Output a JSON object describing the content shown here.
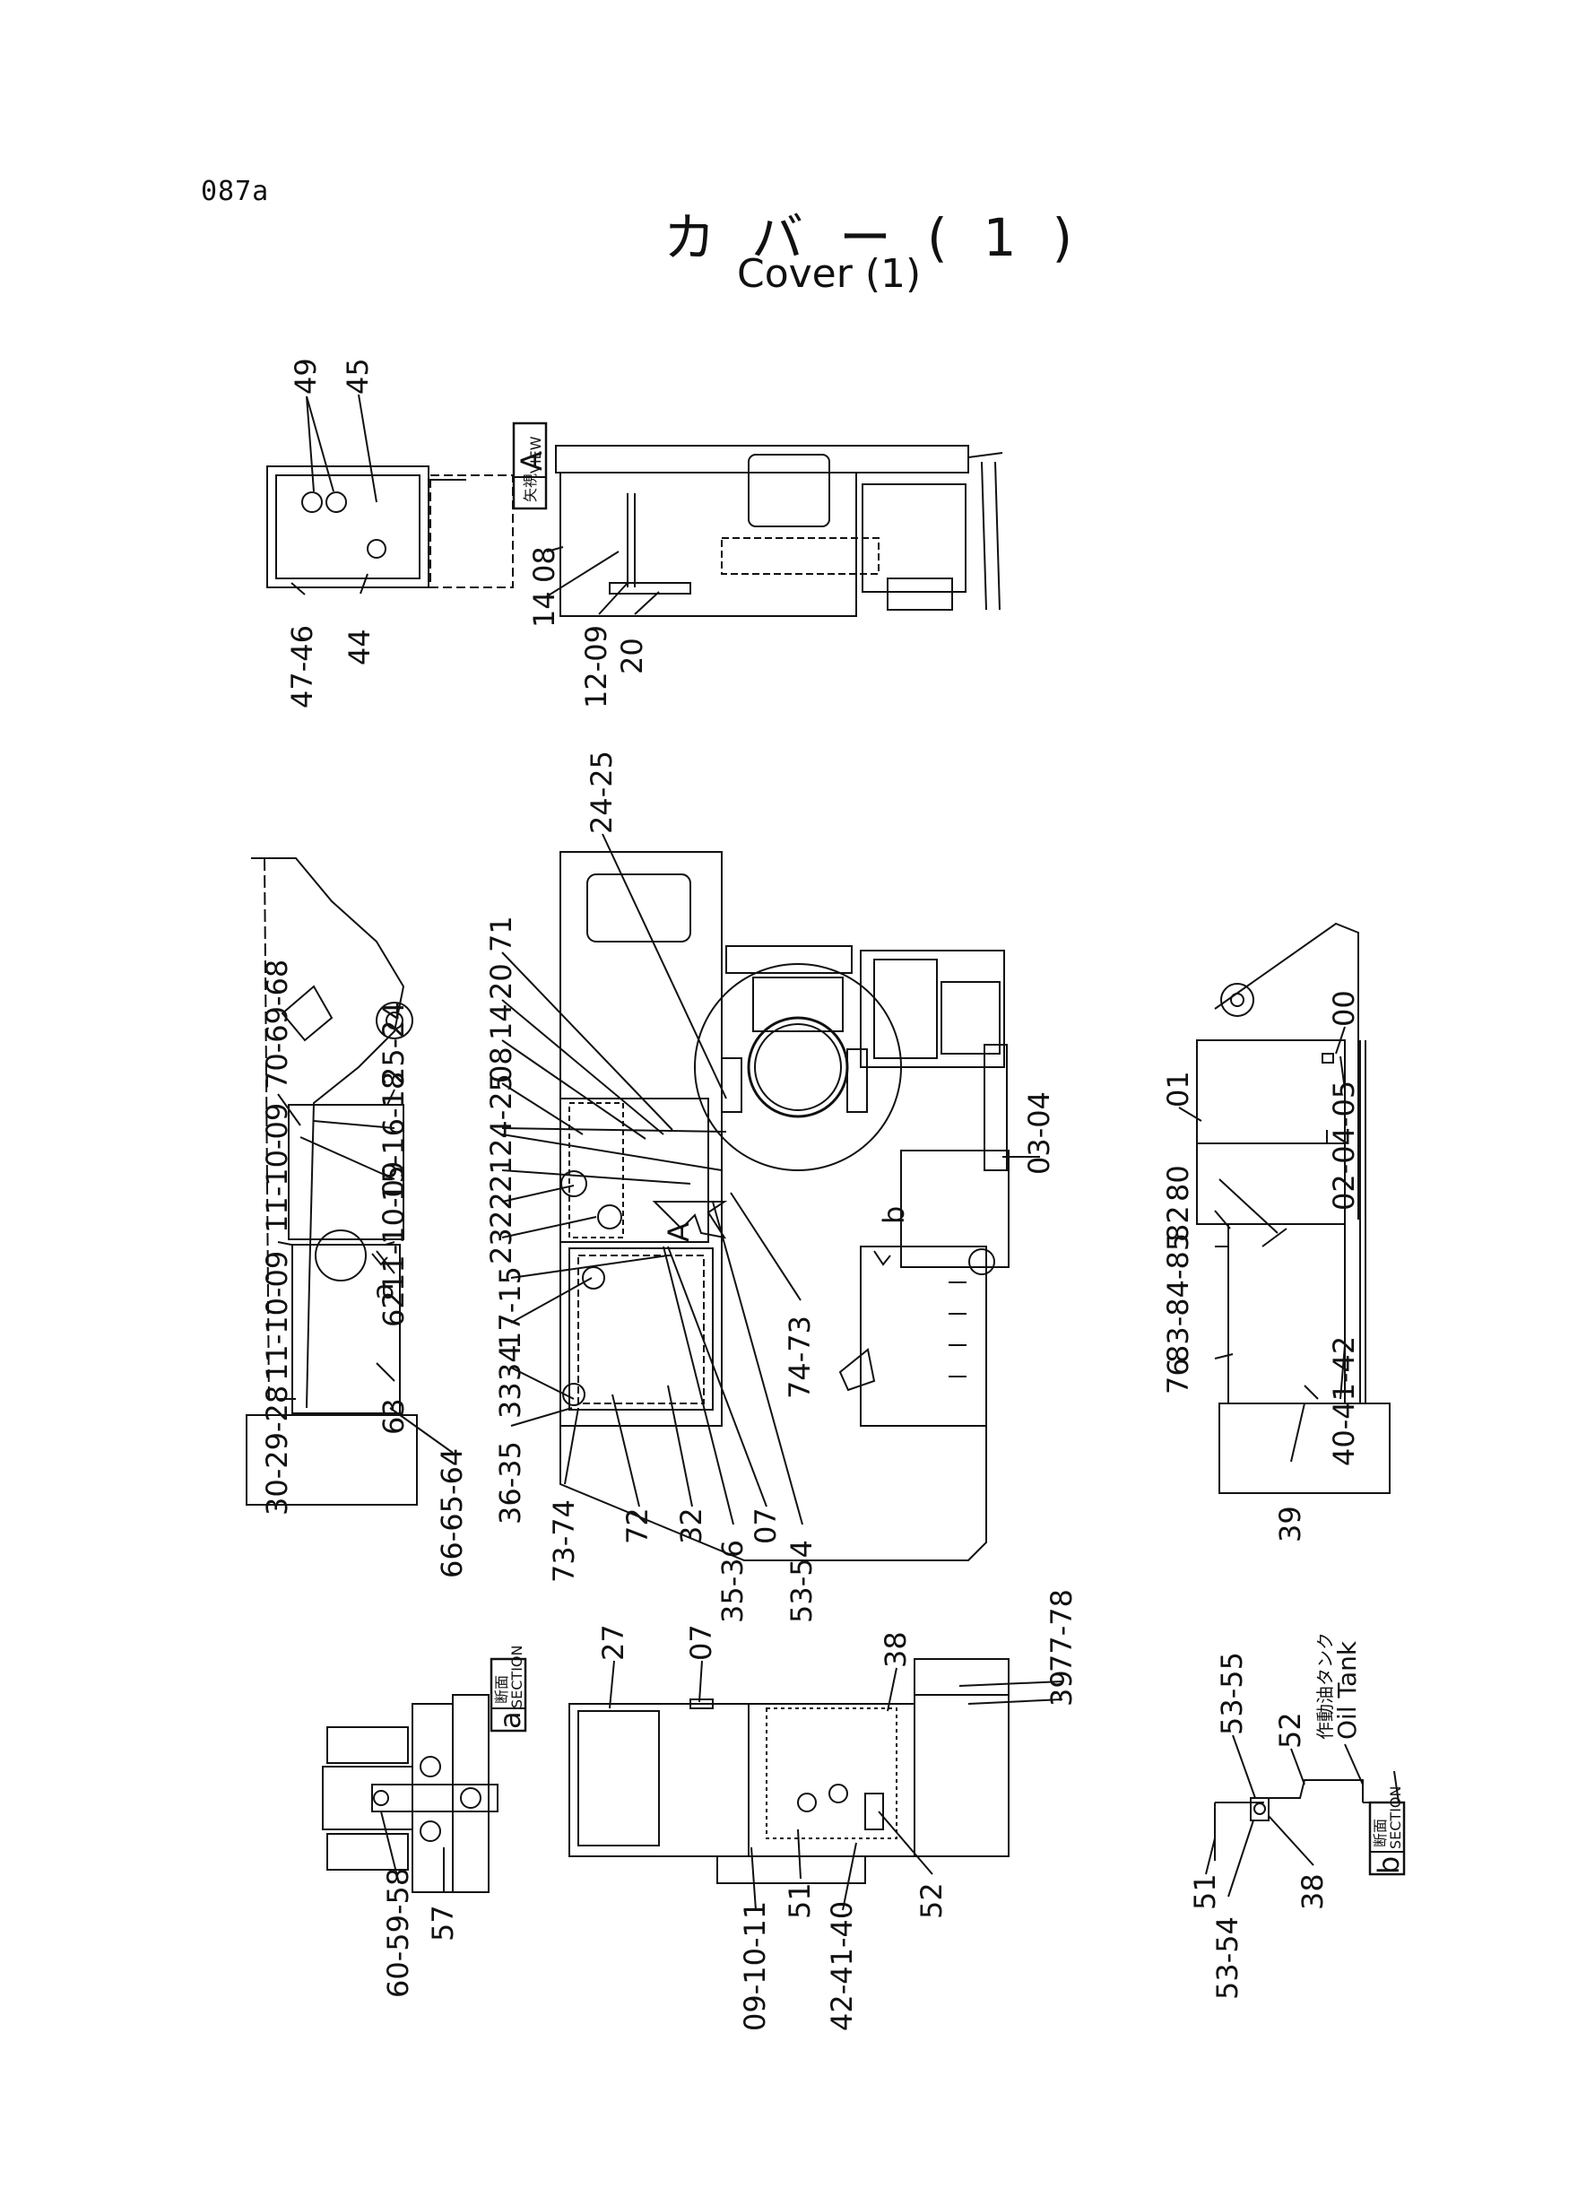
{
  "header": {
    "page_number": "087a",
    "title_jp": "カバー(1)",
    "title_en": "Cover (1)"
  },
  "views": {
    "view_a_jp": "矢視",
    "view_a_en": "VIEW",
    "view_a_letter": "A",
    "section_a_jp": "断面",
    "section_a_en": "SECTION",
    "section_a_letter": "a",
    "section_b_jp": "断面",
    "section_b_en": "SECTION",
    "section_b_letter": "b",
    "arrow_a_letter": "A",
    "marker_a": "a",
    "marker_b": "b"
  },
  "oil_tank": {
    "jp": "作動油タンク",
    "en": "Oil Tank"
  },
  "labels": {
    "l49": "49",
    "l45": "45",
    "l08a": "08",
    "l14a": "14",
    "l4746": "47-46",
    "l44": "44",
    "l1209": "12-09",
    "l20a": "20",
    "l2425a": "24-25",
    "l71": "71",
    "l20b": "20",
    "l14b": "14",
    "l08b": "08",
    "l2425b": "24-25",
    "l21": "21",
    "l22": "22",
    "l23": "23",
    "l1715": "17-15",
    "l34": "34",
    "l33": "33",
    "l3635": "36-35",
    "l7374": "73-74",
    "l72": "72",
    "l32": "32",
    "l3536": "35-36",
    "l07a": "07",
    "l5354a": "53-54",
    "l7473": "74-73",
    "l0304": "03-04",
    "l706968": "70-69-68",
    "l2524": "25-24",
    "l151618": "15-16-18",
    "l111009a": "11-10-09",
    "l111009b": "11-10-09",
    "l111009c": "11-10-09",
    "l302928": "30-29-28",
    "l62": "62",
    "l63": "63",
    "l666564": "66-65-64",
    "l00": "00",
    "l01": "01",
    "l020405": "02-04-05",
    "l80": "80",
    "l82": "82",
    "l838485": "83-84-85",
    "l404142": "40-41-42",
    "l76": "76",
    "l39a": "39",
    "l27": "27",
    "l07b": "07",
    "l38a": "38",
    "l7778": "77-78",
    "l39b": "39",
    "l091011": "09-10-11",
    "l51a": "51",
    "l424140": "42-41-40",
    "l52a": "52",
    "l605958": "60-59-58",
    "l57": "57",
    "l5355": "53-55",
    "l52b": "52",
    "l51b": "51",
    "l5354b": "53-54",
    "l38b": "38"
  }
}
